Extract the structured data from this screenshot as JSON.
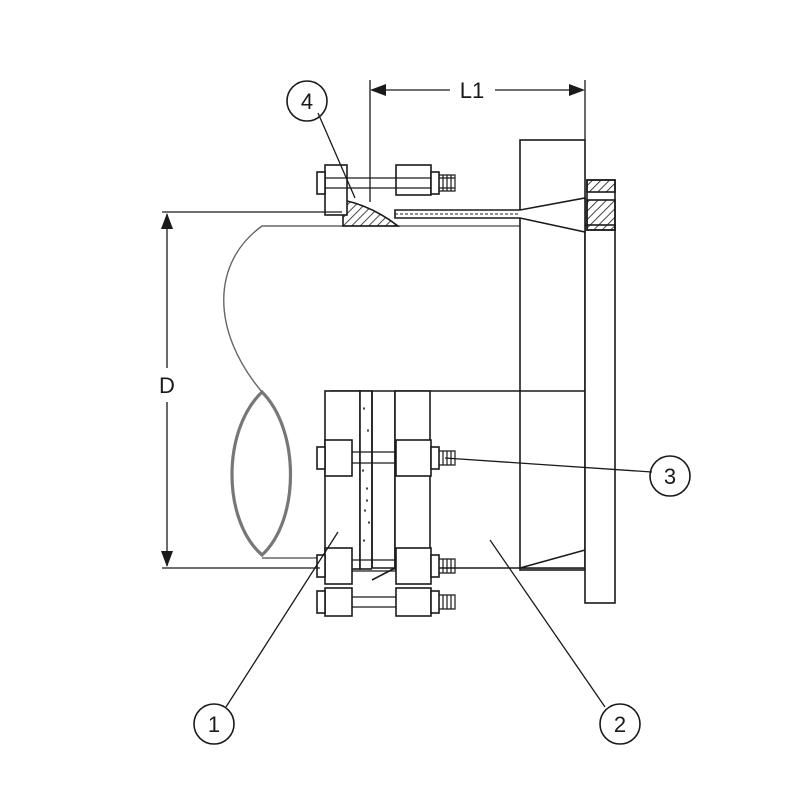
{
  "dimensions": {
    "length": "L1",
    "diameter": "D"
  },
  "callouts": [
    "1",
    "2",
    "3",
    "4"
  ],
  "colors": {
    "line": "#1a1a1a",
    "pipe_outline": "#555555",
    "background": "#ffffff"
  }
}
